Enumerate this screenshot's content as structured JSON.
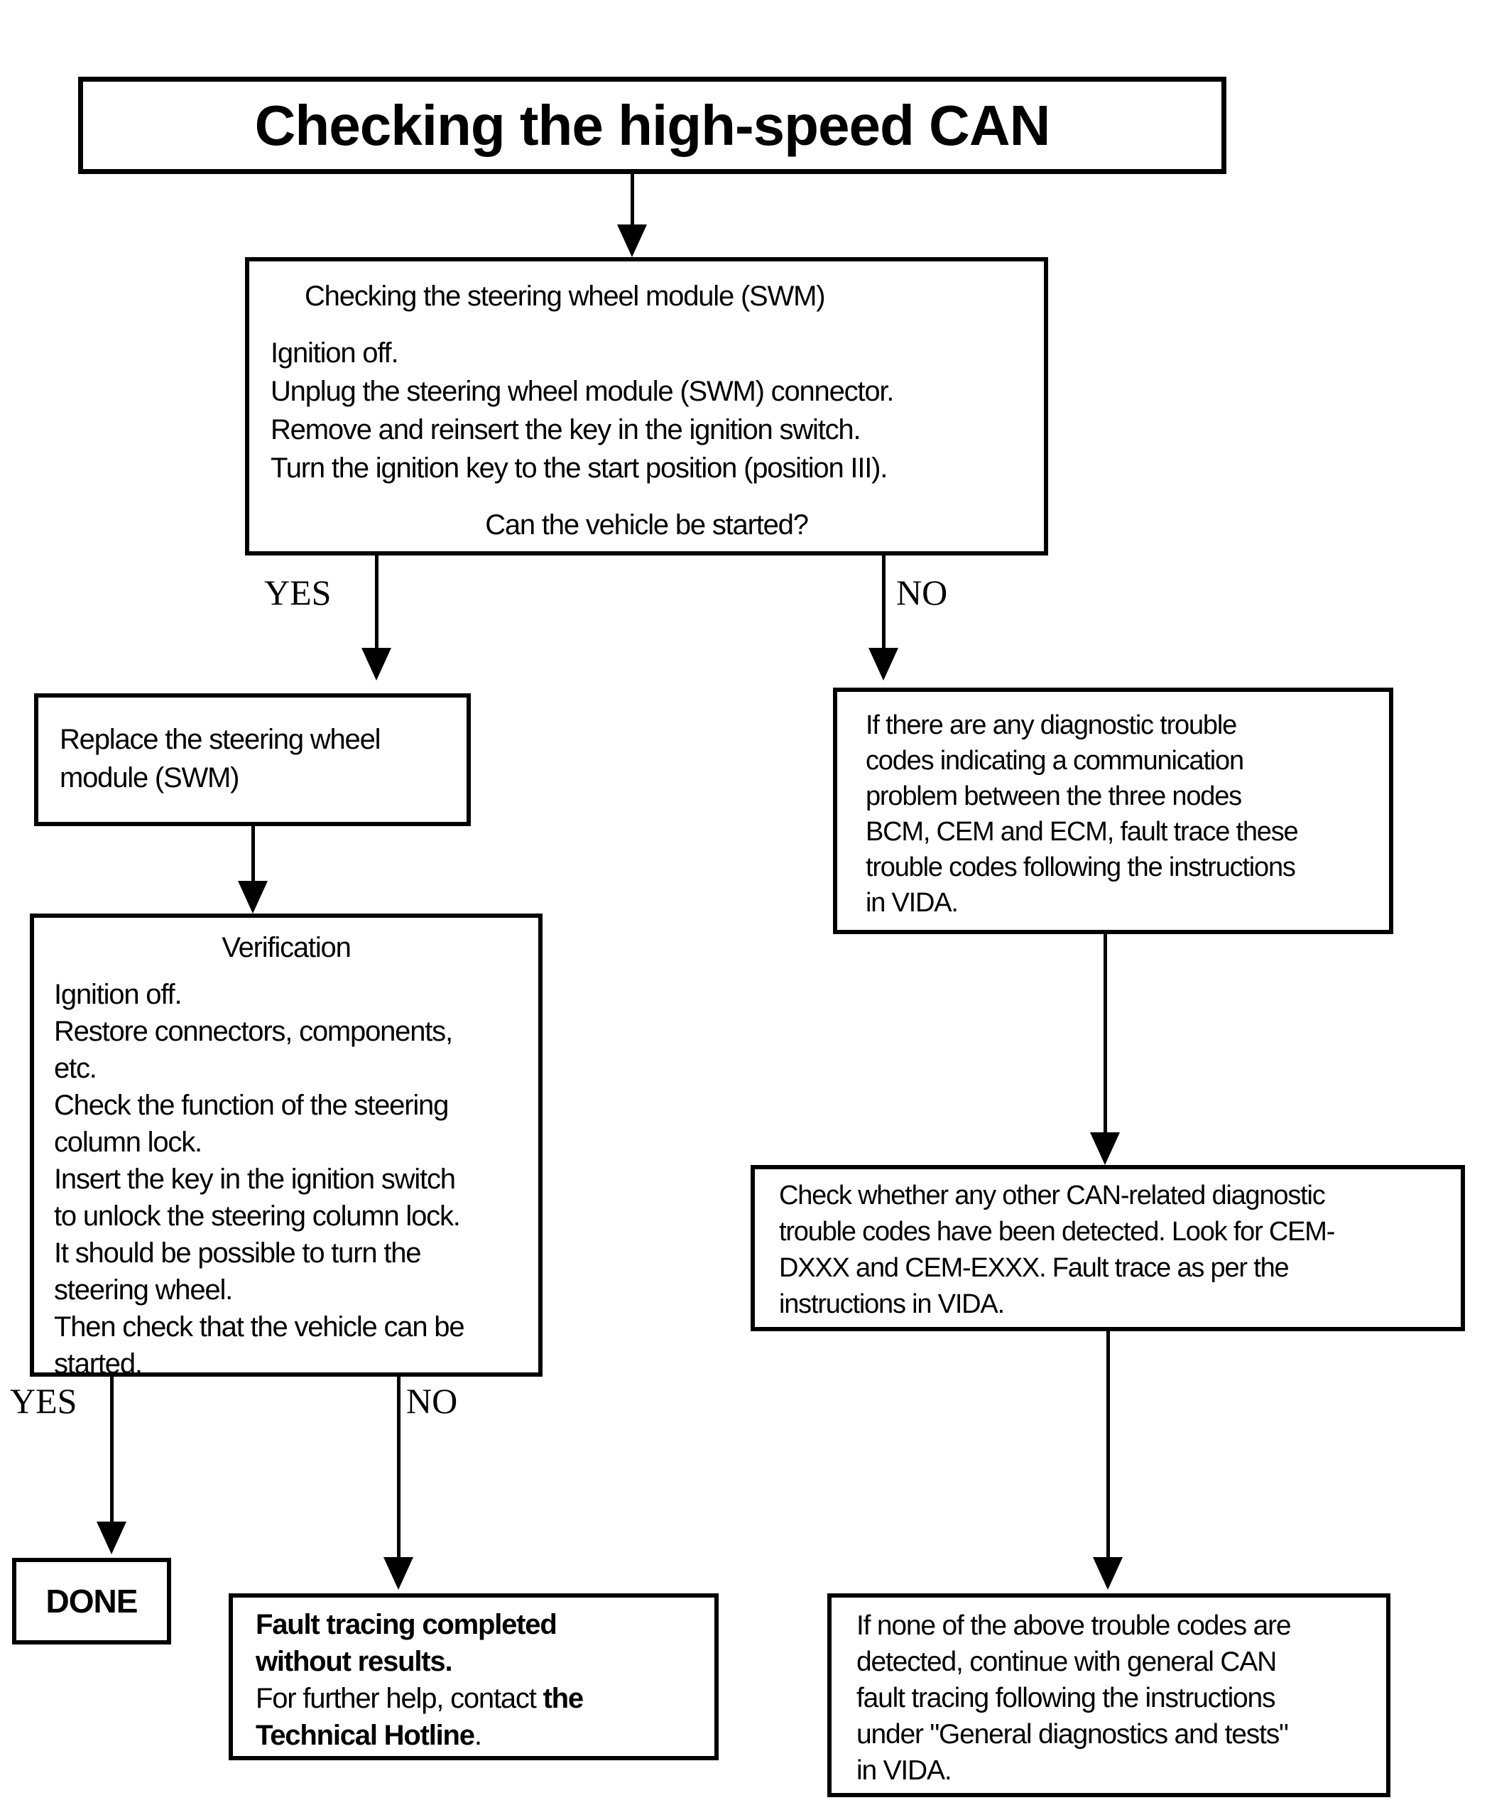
{
  "title": {
    "text": "Checking the high-speed CAN"
  },
  "labels": {
    "yes1": "YES",
    "no1": "NO",
    "yes2": "YES",
    "no2": "NO"
  },
  "nodes": {
    "swm": {
      "heading": "Checking the steering wheel module (SWM)",
      "lines": [
        "Ignition off.",
        "Unplug the steering wheel module (SWM) connector.",
        "Remove and reinsert the key in the ignition switch.",
        "Turn the ignition key to the start position (position III)."
      ],
      "question": "Can the vehicle be started?"
    },
    "replace": {
      "lines": [
        "Replace the steering wheel",
        "module (SWM)"
      ]
    },
    "verification": {
      "heading": "Verification",
      "lines": [
        "Ignition off.",
        "Restore connectors, components,",
        "etc.",
        "Check the function of the steering",
        "column lock.",
        "Insert the key in the ignition switch",
        "to unlock the steering column lock.",
        "It should be possible to turn the",
        "steering wheel.",
        "Then check that the vehicle can be",
        "started."
      ]
    },
    "dtc": {
      "lines": [
        "If there are any diagnostic trouble",
        "codes indicating a communication",
        "problem between the three nodes",
        "BCM, CEM and ECM, fault trace these",
        "trouble codes following the instructions",
        "in VIDA."
      ]
    },
    "cem": {
      "lines": [
        "Check whether any other CAN-related diagnostic",
        "trouble codes have been detected. Look for CEM-",
        "DXXX and CEM-EXXX. Fault trace as per the",
        "instructions in VIDA."
      ]
    },
    "done": {
      "label": "DONE"
    },
    "fault": {
      "line1": "Fault tracing completed",
      "line2": "without results.",
      "line3_pre": "For further help, contact ",
      "line3_bold": "the",
      "line4_bold": "Technical Hotline",
      "line4_post": "."
    },
    "general": {
      "lines": [
        "If none of the above trouble codes are",
        "detected, continue with general CAN",
        "fault tracing following the instructions",
        "under \"General diagnostics and tests\"",
        "in VIDA."
      ]
    }
  },
  "colors": {
    "foreground": "#000000",
    "background": "#ffffff"
  }
}
